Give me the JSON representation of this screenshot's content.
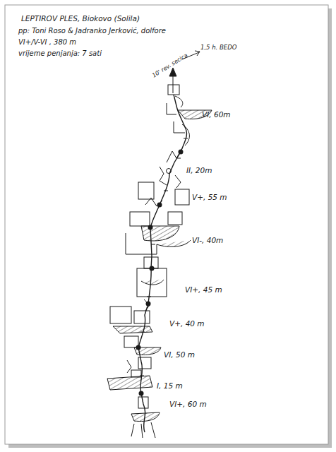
{
  "diagram": {
    "title": "LEPTIROV PLES, Biokovo (Solila)",
    "labels": [
      "pp: Toni Roso & Jadranko Jerković, dolfore",
      "VI+/V-VI , 380 m",
      "vrijeme penjanja: 7 sati",
      "10' rev. secica",
      "1,5 h. BEDO",
      "VI, 60m",
      "II, 20m",
      "V+, 55 m",
      "VI-, 40m",
      "VI+, 45 m",
      "V+, 40 m",
      "VI, 50 m",
      "I, 15 m",
      "VI+, 60 m"
    ]
  }
}
